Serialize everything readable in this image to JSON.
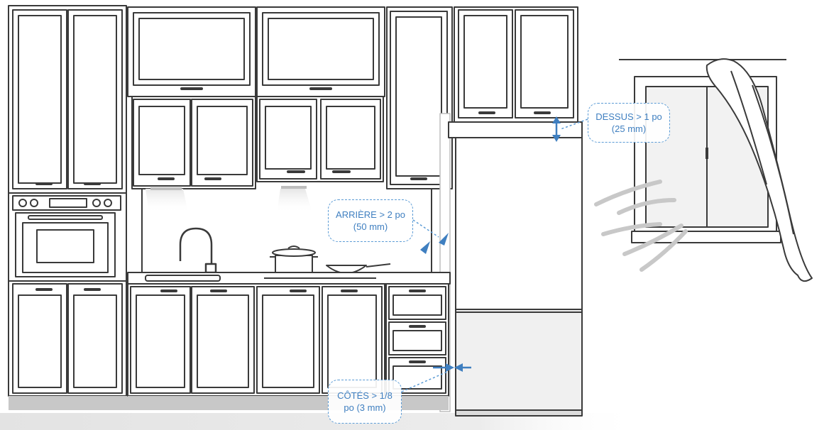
{
  "diagram": {
    "callouts": {
      "top": {
        "line1": "DESSUS > 1 po",
        "line2": "(25 mm)"
      },
      "back": {
        "line1": "ARRIÈRE > 2 po",
        "line2": "(50 mm)"
      },
      "sides": {
        "line1": "CÔTÉS > 1/8",
        "line2": "po (3 mm)"
      }
    },
    "colors": {
      "line": "#3a3a3a",
      "callout_accent": "#5b9bd5",
      "arrow": "#3f7fc0",
      "floor": "#e5e5e5",
      "fridge_freezer": "#f0f0f0"
    },
    "icons": [
      "double-arrow-icon",
      "wind-gust-icon",
      "curtain-icon",
      "faucet-icon",
      "pot-icon",
      "pan-icon"
    ]
  }
}
